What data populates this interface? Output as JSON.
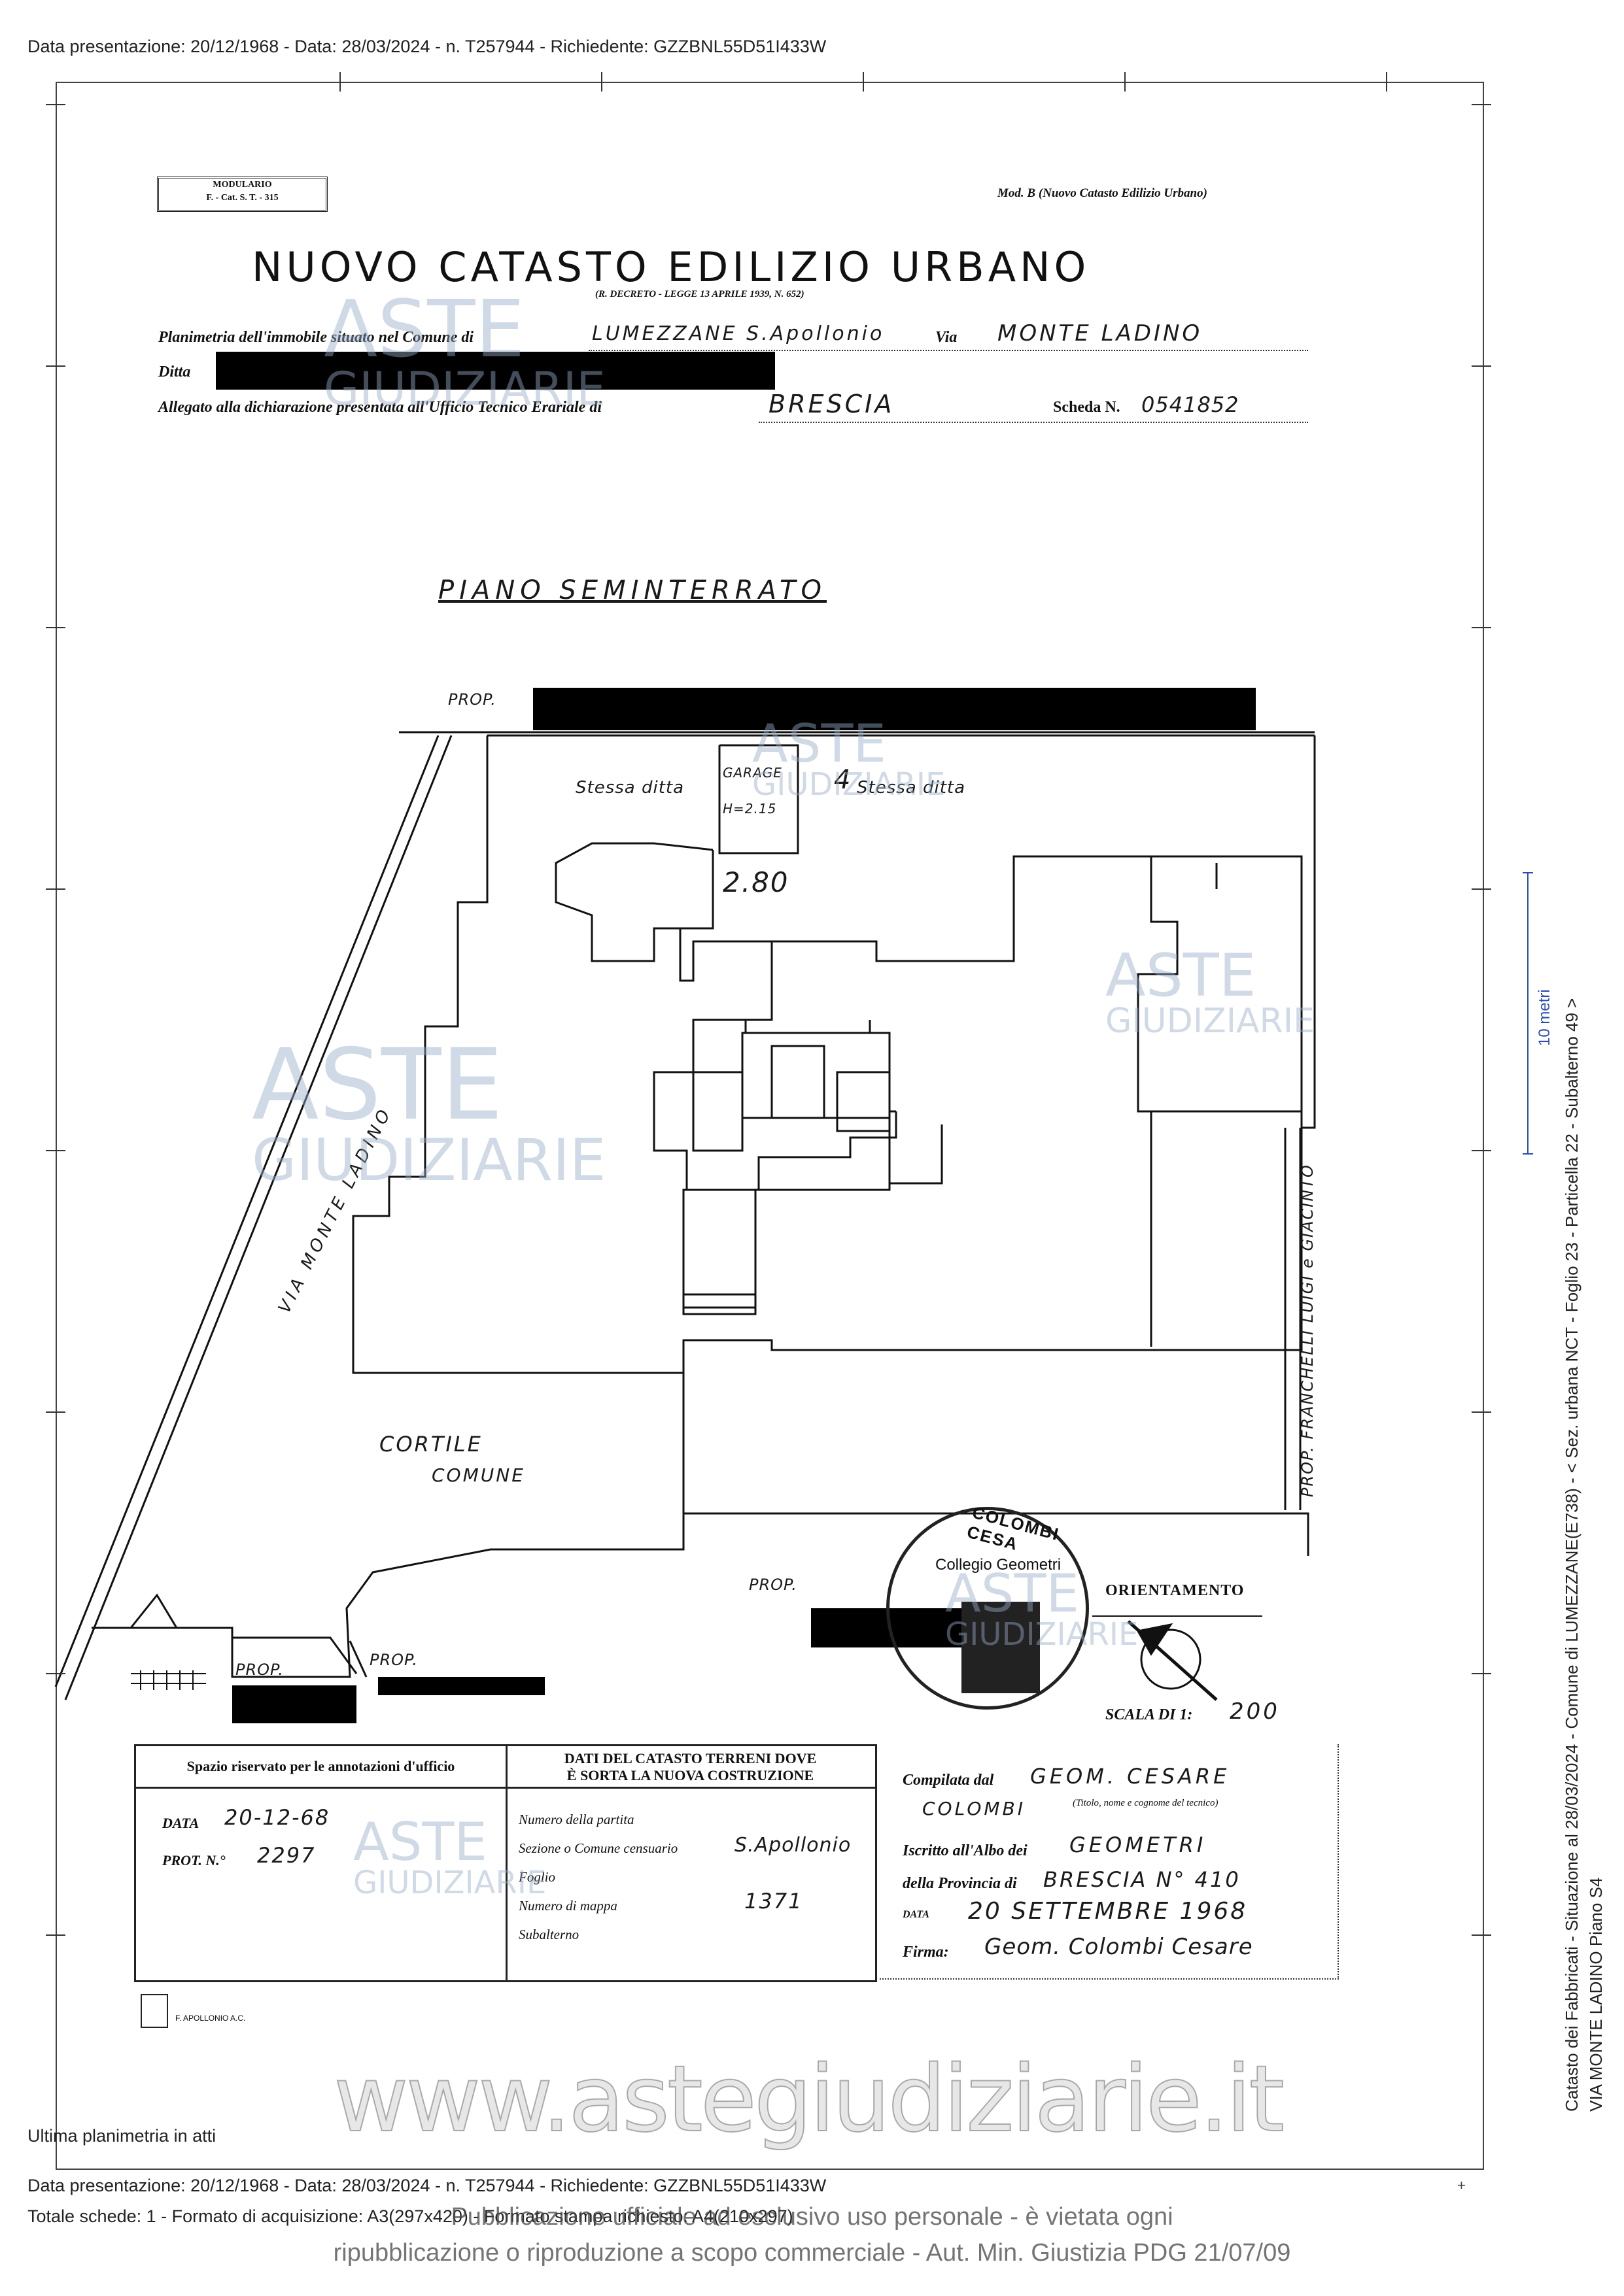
{
  "header": {
    "line": "Data presentazione: 20/12/1968 - Data: 28/03/2024 - n. T257944 - Richiedente: GZZBNL55D51I433W"
  },
  "form": {
    "modulario_line1": "MODULARIO",
    "modulario_line2": "F. - Cat. S. T. - 315",
    "mod_b": "Mod. B (Nuovo Catasto Edilizio Urbano)",
    "title": "NUOVO CATASTO EDILIZIO URBANO",
    "decree": "(R. DECRETO - LEGGE 13 APRILE 1939, N. 652)",
    "planimetria_label": "Planimetria dell'immobile situato nel Comune di",
    "comune_value": "LUMEZZANE S.Apollonio",
    "via_label": "Via",
    "via_value": "MONTE LADINO",
    "ditta_label": "Ditta",
    "allegato_label": "Allegato alla dichiarazione presentata all'Ufficio Tecnico Erariale di",
    "ufficio_value": "BRESCIA",
    "scheda_label": "Scheda N.",
    "scheda_value": "0541852"
  },
  "plan": {
    "floor_title": "PIANO SEMINTERRATO",
    "labels": {
      "prop": "PROP.",
      "stessa_ditta": "Stessa ditta",
      "garage": "GARAGE",
      "height": "H=2.15",
      "sub_number": "4",
      "stessa_ditta_2": "Stessa ditta",
      "dimension": "2.80",
      "via_monte_ladino": "VIA MONTE LADINO",
      "cortile": "CORTILE",
      "comune": "COMUNE",
      "prop_side": "PROP. FRANCHELLI LUIGI e GIACINTO"
    }
  },
  "stamp": {
    "text1": "COLOMBI CESA",
    "text2": "Collegio Geometri"
  },
  "orientation": {
    "label": "ORIENTAMENTO",
    "scale_label": "SCALA DI 1:",
    "scale_value": "200"
  },
  "office_box": {
    "title": "Spazio riservato per le annotazioni d'ufficio",
    "data_label": "DATA",
    "data_value": "20-12-68",
    "prot_label": "PROT. N.°",
    "prot_value": "2297"
  },
  "terreni_box": {
    "title_line1": "DATI DEL CATASTO TERRENI DOVE",
    "title_line2": "È SORTA LA NUOVA COSTRUZIONE",
    "rows": [
      {
        "label": "Numero della partita",
        "value": ""
      },
      {
        "label": "Sezione o Comune censuario",
        "value": "S.Apollonio"
      },
      {
        "label": "Foglio",
        "value": ""
      },
      {
        "label": "Numero di mappa",
        "value": "1371"
      },
      {
        "label": "Subalterno",
        "value": ""
      }
    ]
  },
  "compiler": {
    "compilata_label": "Compilata dal",
    "compilata_value": "GEOM. CESARE",
    "compilata_value2": "COLOMBI",
    "compilata_hint": "(Titolo, nome e cognome del tecnico)",
    "albo_label": "Iscritto all'Albo dei",
    "albo_value": "GEOMETRI",
    "provincia_label": "della Provincia di",
    "provincia_value": "BRESCIA N° 410",
    "data_label": "DATA",
    "data_value": "20 SETTEMBRE 1968",
    "firma_label": "Firma:",
    "firma_value": "Geom. Colombi Cesare"
  },
  "printer": "F. APOLLONIO A.C.",
  "watermarks": {
    "aste": "ASTE",
    "giudiziarie": "GIUDIZIARIE",
    "website": "www.astegiudiziarie.it"
  },
  "scale_bar": {
    "label": "10 metri"
  },
  "side_text": {
    "line1": "Catasto dei Fabbricati - Situazione al 28/03/2024 - Comune di LUMEZZANE(E738) - < Sez. urbana NCT - Foglio 23 - Particella 22 - Subalterno 49 >",
    "line2": "VIA MONTE LADINO Piano S4"
  },
  "footer": {
    "ultima": "Ultima planimetria in atti",
    "line1": "Data presentazione: 20/12/1968 - Data: 28/03/2024 - n. T257944 - Richiedente: GZZBNL55D51I433W",
    "line2": "Totale schede: 1 - Formato di acquisizione: A3(297x420) - Formato stampa richiesto: A4(210x297)",
    "pub1": "Pubblicazione ufficiale ad esclusivo uso personale - è vietata ogni",
    "pub2": "ripubblicazione o riproduzione a scopo commerciale - Aut. Min. Giustizia PDG 21/07/09"
  }
}
